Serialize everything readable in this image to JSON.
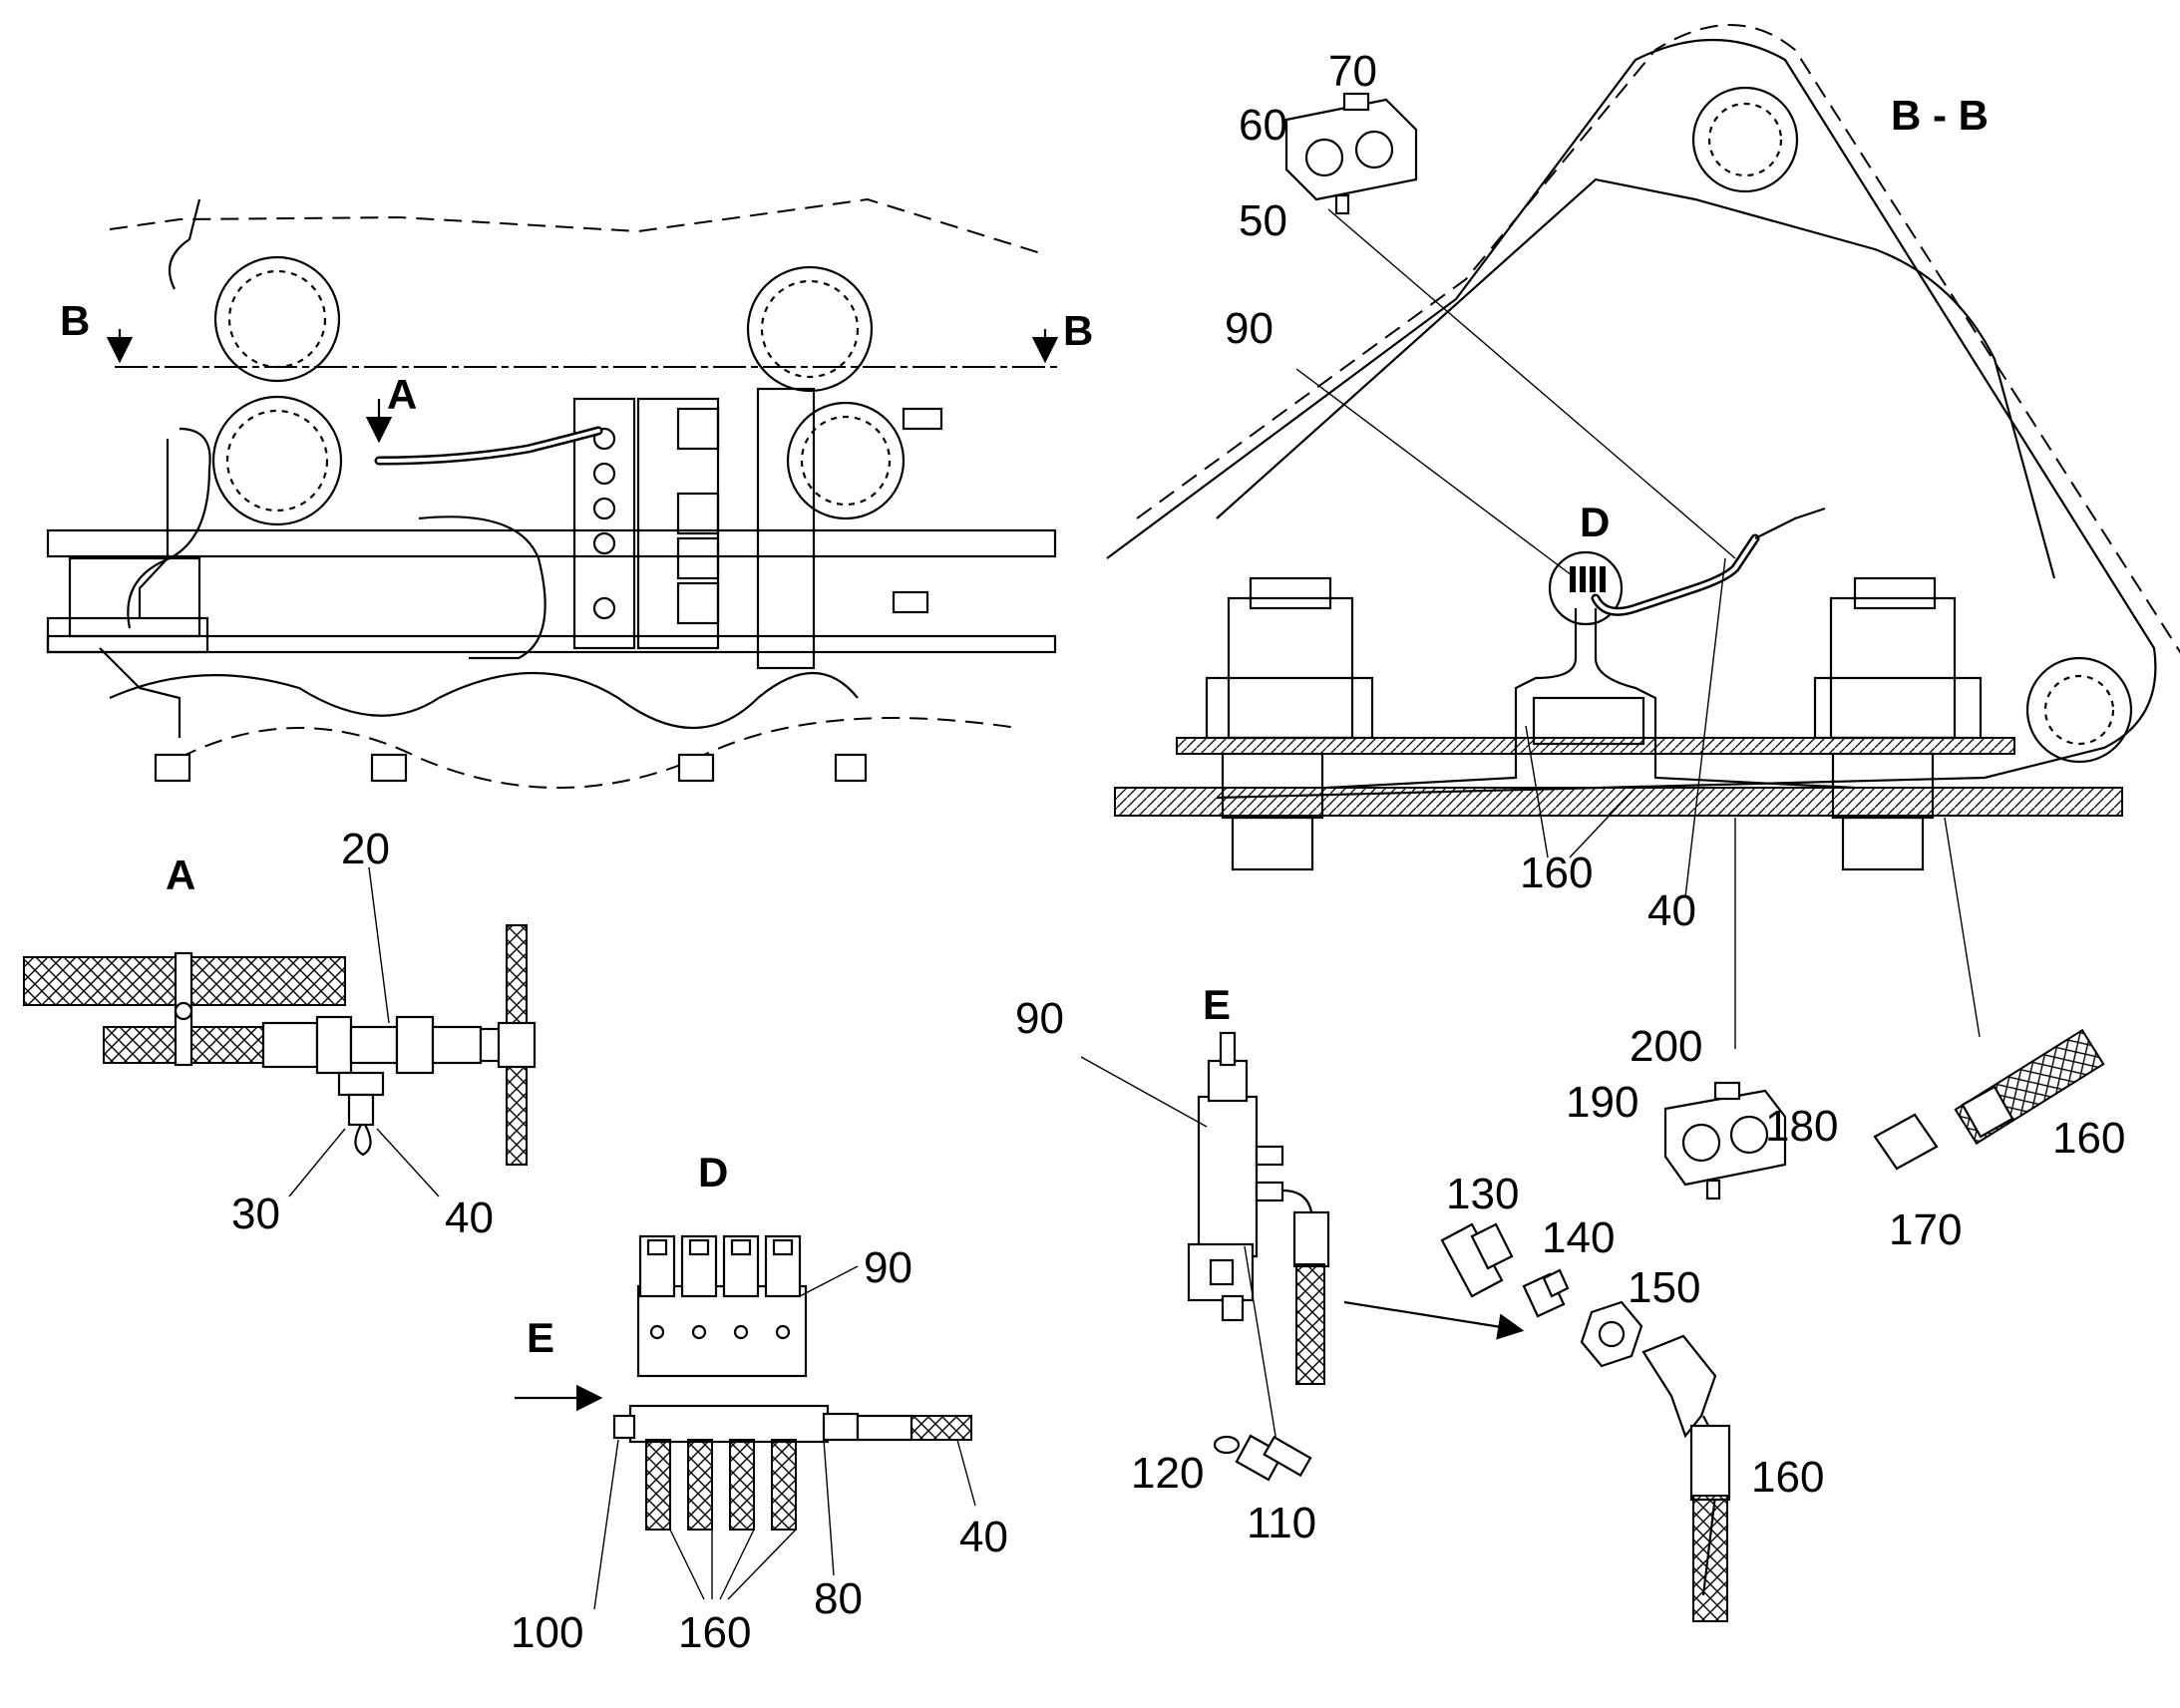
{
  "view_headers": {
    "section_bb": "B - B",
    "detail_a": "A",
    "detail_d": "D",
    "detail_e": "E",
    "arrow_a": "A",
    "arrow_e": "E",
    "section_mark_left": "B",
    "section_mark_right": "B",
    "detail_d_marker": "D"
  },
  "part_labels": {
    "p70": "70",
    "p60": "60",
    "p50": "50",
    "p90_bb": "90",
    "p160_bb": "160",
    "p40_bb": "40",
    "p200": "200",
    "p190": "190",
    "p180": "180",
    "p160_fitting": "160",
    "p170": "170",
    "p20": "20",
    "p30": "30",
    "p40_a": "40",
    "p90_d": "90",
    "p100": "100",
    "p160_d": "160",
    "p80": "80",
    "p40_d": "40",
    "p90_e": "90",
    "p120": "120",
    "p110": "110",
    "p130": "130",
    "p140": "140",
    "p150": "150",
    "p160_elbow": "160"
  },
  "icons": [
    "clamp-block-icon",
    "lubrication-distributor-icon",
    "hose-fitting-icon",
    "elbow-fitting-icon",
    "nut-icon",
    "bolt-icon",
    "washer-icon",
    "tee-fitting-icon"
  ]
}
